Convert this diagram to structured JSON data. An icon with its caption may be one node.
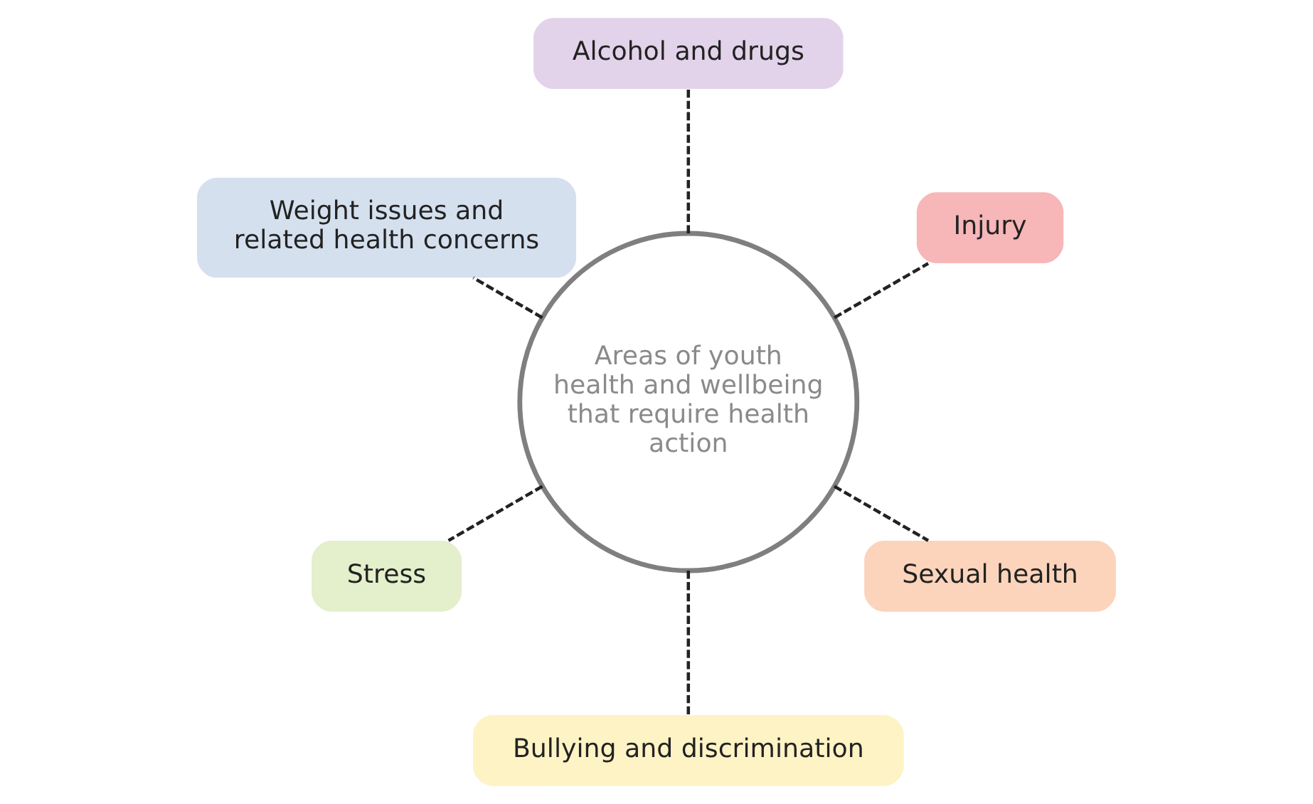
{
  "diagram": {
    "nodes": [
      {
        "text": [
          "Areas of youth health and wellbeing that require health action"
        ]
      },
      {
        "text": [
          "Injury"
        ]
      },
      {
        "text": [
          "Alcohol and drugs"
        ]
      },
      {
        "text": [
          "Weight issues and related health concerns"
        ]
      },
      {
        "text": [
          "Stress"
        ]
      },
      {
        "text": [
          "Bullying and discrimination"
        ]
      },
      {
        "text": [
          "Sexual health"
        ]
      }
    ],
    "edges": [
      {
        "from": 0,
        "to": 1,
        "arrow": "none",
        "style": "dashed"
      },
      {
        "from": 0,
        "to": 2,
        "arrow": "none",
        "style": "dashed"
      },
      {
        "from": 0,
        "to": 3,
        "arrow": "none",
        "style": "dashed"
      },
      {
        "from": 0,
        "to": 4,
        "arrow": "none",
        "style": "dashed"
      },
      {
        "from": 0,
        "to": 5,
        "arrow": "none",
        "style": "dashed"
      },
      {
        "from": 0,
        "to": 6,
        "arrow": "none",
        "style": "dashed"
      }
    ]
  }
}
